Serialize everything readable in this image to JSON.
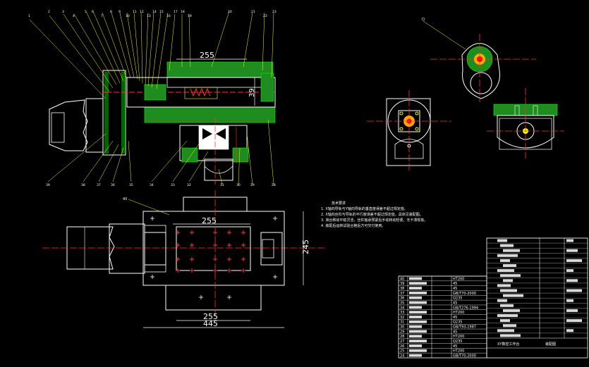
{
  "drawing": {
    "balloons_top": [
      "1",
      "2",
      "3",
      "4",
      "5",
      "6",
      "7",
      "8",
      "9",
      "10",
      "11",
      "12",
      "13",
      "14",
      "15",
      "16",
      "17",
      "18",
      "19",
      "20",
      "21",
      "22",
      "23",
      "24",
      "25",
      "26",
      "27"
    ],
    "balloons_bottom": [
      "39",
      "38",
      "37",
      "36",
      "35",
      "34",
      "33",
      "32",
      "31",
      "30",
      "29",
      "28"
    ],
    "dims": {
      "top_width": "255",
      "top_height": "39",
      "plan_inner_width": "255",
      "plan_height": "245",
      "plan_bottom_inner": "255",
      "plan_overall": "445"
    },
    "plan_balloon": "40",
    "notes": {
      "title": "技术要求",
      "lines": [
        "1. X轴向导轨与Y轴向导轨的垂直度误差不超过规定值。",
        "2. X轴向丝杠与导轨的平行度误差不超过规定值，具体见装配图。",
        "3. 滑台移动平稳灵活，丝杠轴承预紧后手动转动轻便，无卡滞现象。",
        "4. 装配后运转试验合格后方可交付使用。"
      ]
    },
    "title_block": {
      "drawing_name": "XY数控工作台",
      "mark": "装配图"
    },
    "parts_list": [
      {
        "no": "40",
        "mat": "HT200"
      },
      {
        "no": "39",
        "mat": "45"
      },
      {
        "no": "38",
        "mat": "45"
      },
      {
        "no": "37",
        "mat": "GB/T70-2000"
      },
      {
        "no": "36",
        "mat": "Q235"
      },
      {
        "no": "35",
        "mat": "45"
      },
      {
        "no": "34",
        "mat": "GB/T276-1994"
      },
      {
        "no": "33",
        "mat": "HT200"
      },
      {
        "no": "32",
        "mat": "45"
      },
      {
        "no": "31",
        "mat": "Q235"
      },
      {
        "no": "30",
        "mat": "GB/T93-1987"
      },
      {
        "no": "29",
        "mat": "45"
      },
      {
        "no": "28",
        "mat": "HT200"
      },
      {
        "no": "27",
        "mat": "Q235"
      },
      {
        "no": "26",
        "mat": "45"
      },
      {
        "no": "25",
        "mat": "HT200"
      },
      {
        "no": "24",
        "mat": "GB/T70-2000"
      }
    ]
  }
}
